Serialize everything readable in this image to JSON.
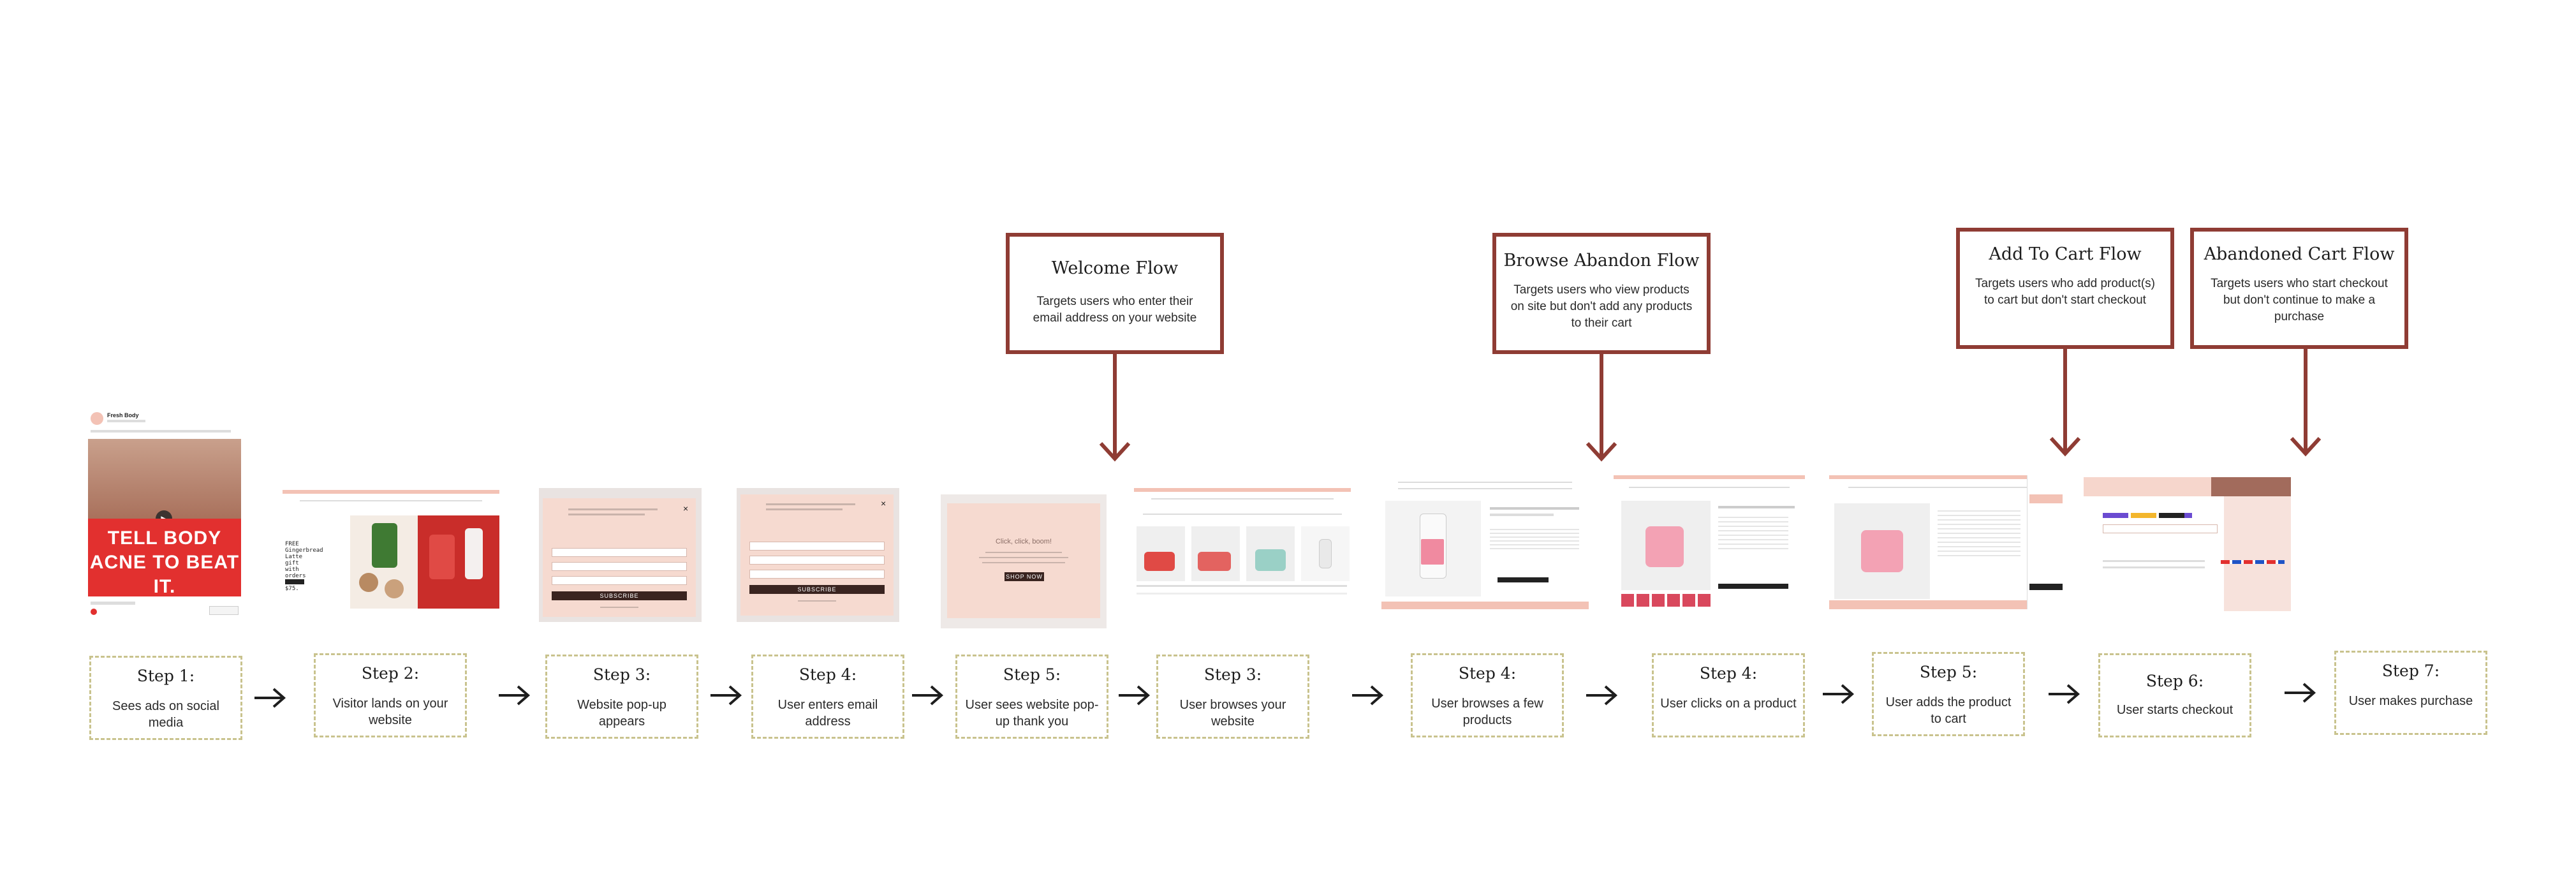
{
  "flows": [
    {
      "title": "Welcome Flow",
      "desc": "Targets users who enter their email address on your website"
    },
    {
      "title": "Browse Abandon Flow",
      "desc": "Targets users who view products on site but don't add any products to their cart"
    },
    {
      "title": "Add To Cart Flow",
      "desc": "Targets users who add product(s) to cart but don't start checkout"
    },
    {
      "title": "Abandoned Cart Flow",
      "desc": "Targets users who start checkout but don't continue to make a purchase"
    }
  ],
  "steps": [
    {
      "title": "Step 1:",
      "desc": "Sees ads on social media"
    },
    {
      "title": "Step 2:",
      "desc": "Visitor lands on your website"
    },
    {
      "title": "Step 3:",
      "desc": "Website pop-up appears"
    },
    {
      "title": "Step 4:",
      "desc": "User enters email address"
    },
    {
      "title": "Step 5:",
      "desc": "User sees website pop-up thank you"
    },
    {
      "title": "Step 3:",
      "desc": "User browses your website"
    },
    {
      "title": "Step 4:",
      "desc": "User browses a few products"
    },
    {
      "title": "Step 4:",
      "desc": "User clicks on a product"
    },
    {
      "title": "Step 5:",
      "desc": "User adds the product to cart"
    },
    {
      "title": "Step 6:",
      "desc": "User starts checkout"
    },
    {
      "title": "Step 7:",
      "desc": "User makes purchase"
    }
  ],
  "ad": {
    "text": "TELL BODY ACNE TO BEAT IT.",
    "brand": "Fresh Body"
  },
  "thumb_text": {
    "hero": "FREE Gingerbread Latte gift with orders over $75.",
    "popup_btn": "SUBSCRIBE",
    "thanks_title": "Click, click, boom!",
    "thanks_btn": "SHOP NOW"
  },
  "colors": {
    "flow_border": "#8f3c34",
    "step_border": "#c9c38e",
    "accent_pink": "#f3c2b5",
    "ad_red": "#e2302f"
  }
}
